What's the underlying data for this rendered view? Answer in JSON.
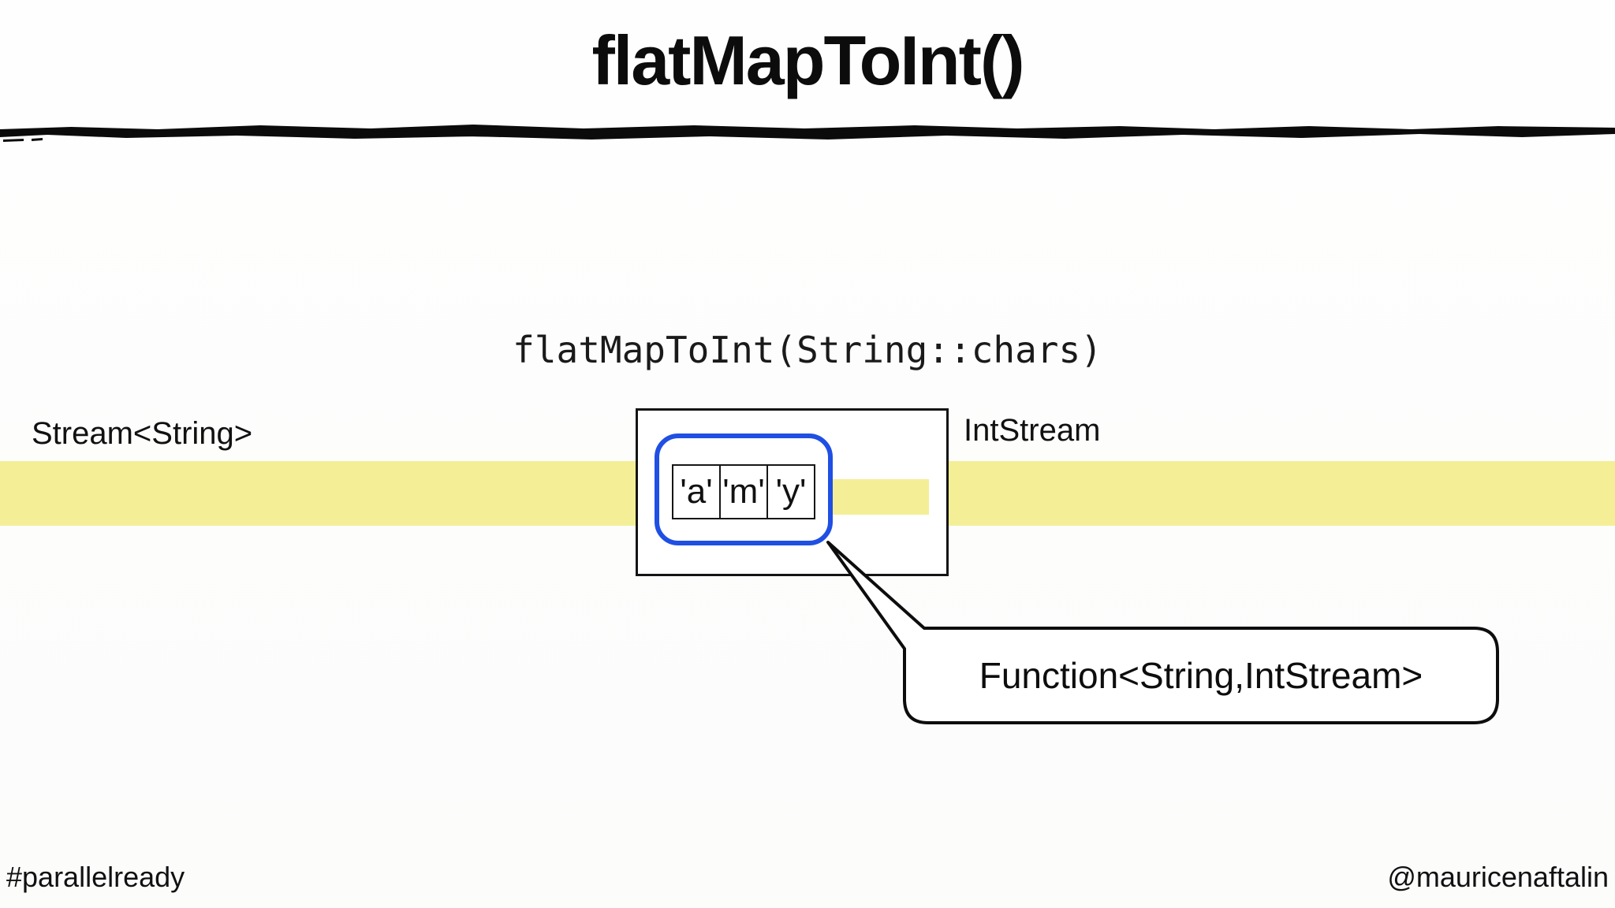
{
  "slide": {
    "title": "flatMapToInt()",
    "operation_label": "flatMapToInt(String::chars)",
    "input_stream_label": "Stream<String>",
    "output_stream_label": "IntStream",
    "chars_cells": [
      "'a'",
      "'m'",
      "'y'"
    ],
    "callout_label": "Function<String,IntStream>",
    "footer": {
      "hashtag": "#parallelready",
      "handle": "@mauricenaftalin"
    },
    "colors": {
      "highlight_yellow": "#f4ef96",
      "accent_blue": "#1f4fe3",
      "ink": "#141414"
    }
  }
}
